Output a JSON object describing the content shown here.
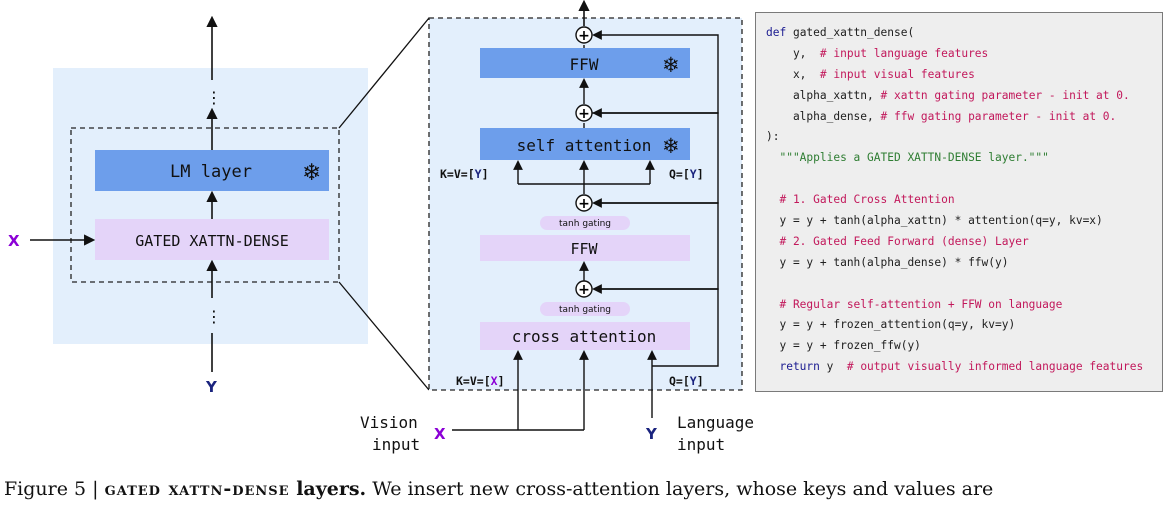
{
  "left_block": {
    "lm_layer_label": "LM layer",
    "xattn_label": "GATED XATTN-DENSE",
    "x_label": "X",
    "y_label": "Y",
    "frozen_icon": "snowflake-icon"
  },
  "zoom_block": {
    "ffw_top_label": "FFW",
    "self_attention_label": "self attention",
    "kv_self_label": "K=V=[",
    "kv_self_var": "Y",
    "q_self_label": "Q=[",
    "q_self_var": "Y",
    "tanh_gating_1": "tanh gating",
    "ffw_gated_label": "FFW",
    "tanh_gating_2": "tanh gating",
    "cross_attention_label": "cross attention",
    "kv_cross_label": "K=V=[",
    "kv_cross_var": "X",
    "q_cross_label": "Q=[",
    "q_cross_var": "Y",
    "close_bracket": "]",
    "plus_symbol": "+",
    "vision_input_line1": "Vision",
    "vision_input_line2": "input",
    "vision_var": "X",
    "language_var": "Y",
    "language_input_line1": "Language",
    "language_input_line2": "input",
    "snowflake_glyph": "❄"
  },
  "code": {
    "lines": [
      [
        {
          "t": "def ",
          "c": "kw"
        },
        {
          "t": "gated_xattn_dense(",
          "c": ""
        }
      ],
      [
        {
          "t": "    y,  ",
          "c": ""
        },
        {
          "t": "# input language features",
          "c": "cm"
        }
      ],
      [
        {
          "t": "    x,  ",
          "c": ""
        },
        {
          "t": "# input visual features",
          "c": "cm"
        }
      ],
      [
        {
          "t": "    alpha_xattn, ",
          "c": ""
        },
        {
          "t": "# xattn gating parameter - init at 0.",
          "c": "cm"
        }
      ],
      [
        {
          "t": "    alpha_dense, ",
          "c": ""
        },
        {
          "t": "# ffw gating parameter - init at 0.",
          "c": "cm"
        }
      ],
      [
        {
          "t": "):",
          "c": ""
        }
      ],
      [
        {
          "t": "  \"\"\"Applies a GATED XATTN-DENSE layer.\"\"\"",
          "c": "st"
        }
      ],
      [
        {
          "t": "",
          "c": ""
        }
      ],
      [
        {
          "t": "  # 1. Gated Cross Attention",
          "c": "cm"
        }
      ],
      [
        {
          "t": "  y = y + tanh(alpha_xattn) * attention(q=y, kv=x)",
          "c": ""
        }
      ],
      [
        {
          "t": "  # 2. Gated Feed Forward (dense) Layer",
          "c": "cm"
        }
      ],
      [
        {
          "t": "  y = y + tanh(alpha_dense) * ffw(y)",
          "c": ""
        }
      ],
      [
        {
          "t": "",
          "c": ""
        }
      ],
      [
        {
          "t": "  # Regular self-attention + FFW on language",
          "c": "cm"
        }
      ],
      [
        {
          "t": "  y = y + frozen_attention(q=y, kv=y)",
          "c": ""
        }
      ],
      [
        {
          "t": "  y = y + frozen_ffw(y)",
          "c": ""
        }
      ],
      [
        {
          "t": "  return ",
          "c": "kw"
        },
        {
          "t": "y  ",
          "c": ""
        },
        {
          "t": "# output visually informed language features",
          "c": "cm"
        }
      ]
    ]
  },
  "caption": {
    "prefix": "Figure 5 | ",
    "smallcaps": "gated xattn-dense",
    "bold_rest": " layers.",
    "rest": " We insert new cross-attention layers, whose keys and values are"
  },
  "colors": {
    "frozen_blue": "#6d9eeb",
    "trainable_purple": "#e4d4f9",
    "panel_blue": "#e3effc",
    "x_purple": "#8b00d6",
    "y_navy": "#1a237e"
  }
}
